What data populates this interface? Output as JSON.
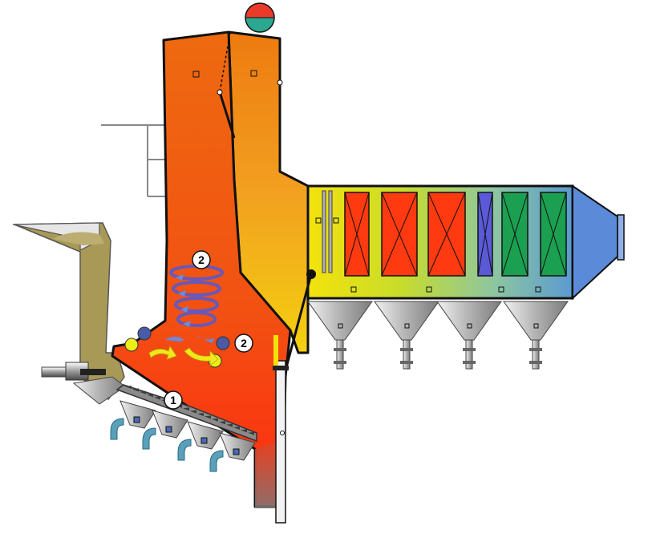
{
  "diagram": {
    "markers": [
      {
        "id": "grate-zone",
        "label": "1"
      },
      {
        "id": "swirl-zone",
        "label": "2"
      },
      {
        "id": "secondary-air",
        "label": "2"
      }
    ]
  },
  "colors": {
    "furnace_top": "#ee6a10",
    "furnace_bottom": "#ff2a10",
    "flue_duct": "#f2a020",
    "duct_yellow": "#f4e20c",
    "hx_red": "#ff3a10",
    "hx_blue": "#5a5ad8",
    "hx_green": "#1aa050",
    "outlet_blue": "#5a8ad8",
    "fuel_feed": "#a89a56",
    "hopper_gray": "#c8c8c8",
    "air_blue": "#4a5aa8",
    "air_yellow": "#eaf018",
    "swirl": "#6a58b8",
    "arrow_yellow": "#f0e818"
  },
  "icons": [
    "drum-icon",
    "fuel-hopper-icon",
    "screw-feeder-icon",
    "ash-hopper-icon",
    "air-nozzle-icon",
    "swirl-icon"
  ]
}
